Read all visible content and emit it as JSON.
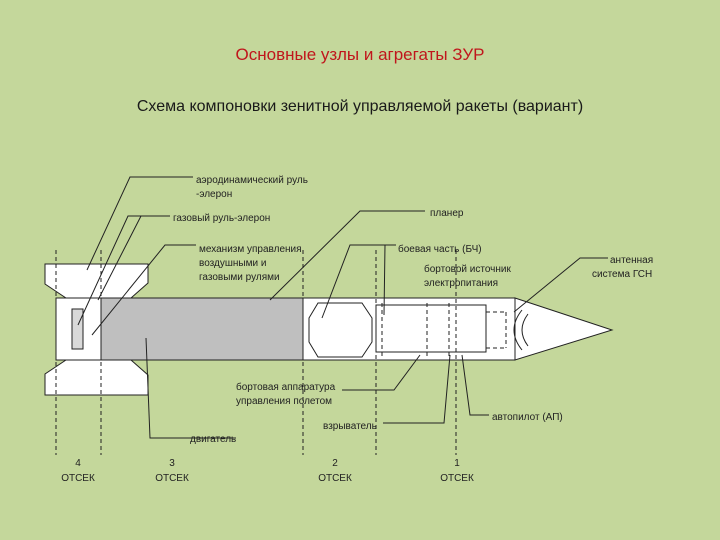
{
  "title": "Основные узлы и агрегаты ЗУР",
  "subtitle": "Схема компоновки зенитной управляемой ракеты (вариант)",
  "labels": {
    "aero_rudder": [
      "аэродинамический руль",
      "-элерон"
    ],
    "gas_rudder": "газовый руль-элерон",
    "mechanism": [
      "механизм управления",
      "воздушными и",
      "газовыми рулями"
    ],
    "airframe": "планер",
    "warhead": "боевая часть (БЧ)",
    "power": [
      "бортовой источник",
      "электропитания"
    ],
    "antenna": [
      "антенная",
      "система ГСН"
    ],
    "control_equipment": [
      "бортовая аппаратура",
      "управления полетом"
    ],
    "fuze": "взрыватель",
    "autopilot": "автопилот (АП)",
    "engine": "двигатель"
  },
  "compartments": [
    {
      "num": "4",
      "name": "ОТСЕК"
    },
    {
      "num": "3",
      "name": "ОТСЕК"
    },
    {
      "num": "2",
      "name": "ОТСЕК"
    },
    {
      "num": "1",
      "name": "ОТСЕК"
    }
  ],
  "colors": {
    "background": "#c4d79b",
    "title": "#c0161c",
    "engine_fill": "#bfbfbf",
    "body_fill": "#ffffff"
  }
}
